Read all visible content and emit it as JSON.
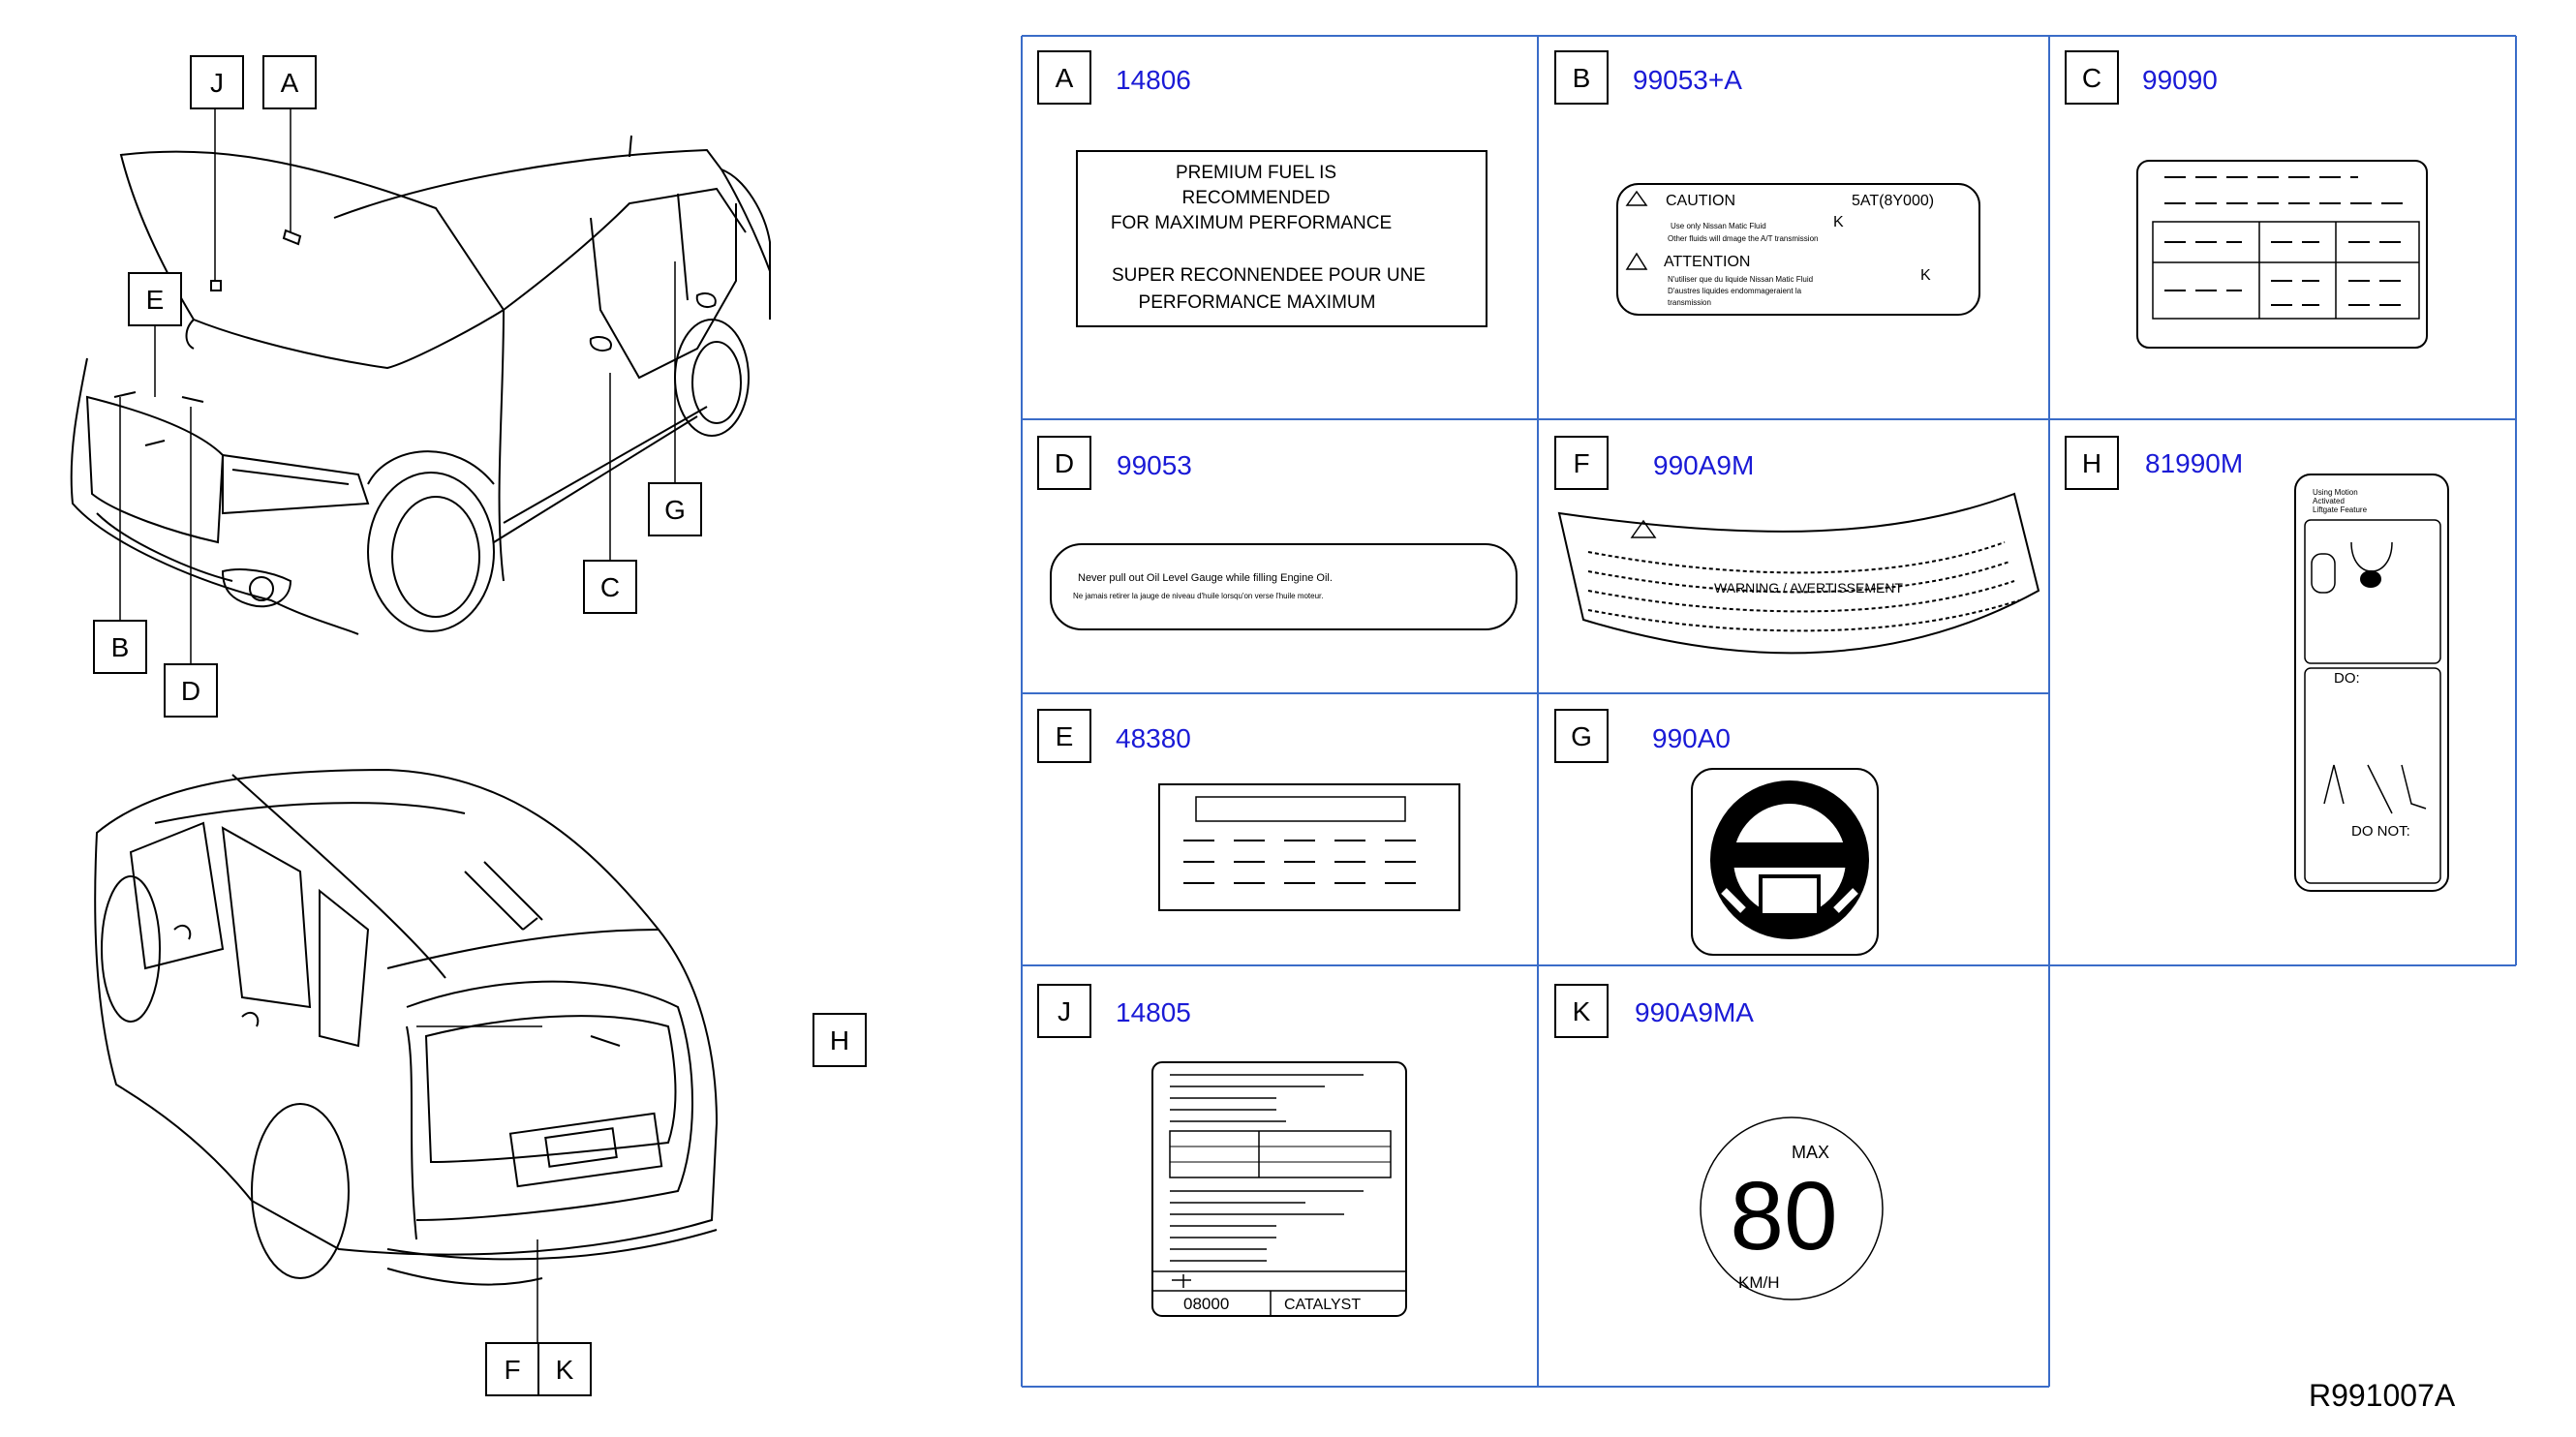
{
  "callouts": {
    "J": "J",
    "A": "A",
    "E": "E",
    "B": "B",
    "D": "D",
    "C": "C",
    "G": "G",
    "H": "H",
    "F": "F",
    "K": "K"
  },
  "cells": {
    "A": {
      "letter": "A",
      "part": "14806"
    },
    "B": {
      "letter": "B",
      "part": "99053+A"
    },
    "C": {
      "letter": "C",
      "part": "99090"
    },
    "D": {
      "letter": "D",
      "part": "99053"
    },
    "F": {
      "letter": "F",
      "part": "990A9M"
    },
    "H": {
      "letter": "H",
      "part": "81990M"
    },
    "E": {
      "letter": "E",
      "part": "48380"
    },
    "G": {
      "letter": "G",
      "part": "990A0"
    },
    "J": {
      "letter": "J",
      "part": "14805"
    },
    "K": {
      "letter": "K",
      "part": "990A9MA"
    }
  },
  "label_a": {
    "line1": "PREMIUM   FUEL   IS",
    "line2": "RECOMMENDED",
    "line3": "FOR   MAXIMUM   PERFORMANCE",
    "line4": "SUPER   RECONNENDEE   POUR   UNE",
    "line5": "PERFORMANCE   MAXIMUM"
  },
  "label_b": {
    "caution": "CAUTION",
    "code": "5AT(8Y000)",
    "c_line1": "Use    only    Nissan    Matic    Fluid",
    "c_k": "K",
    "c_line2": "Other   fluids   will   dmage   the   A/T   transmission",
    "attention": "ATTENTION",
    "a_line1": "N'utiliser   que   du   liquide   Nissan   Matic   Fluid",
    "a_k": "K",
    "a_line2": "D'austres   liquides   endommageraient   la",
    "a_line3": "transmission"
  },
  "label_d": {
    "line1": "Never   pull   out   Oil   Level   Gauge   while   filling   Engine   Oil.",
    "line2": "Ne   jamais   retirer   la   jauge   de   niveau   d'huile   lorsqu'on   verse   l'huile   moteur."
  },
  "label_f": {
    "heading": "WARNING / AVERTISSEMENT"
  },
  "label_h": {
    "top1": "Using    Motion",
    "top2": "Activated",
    "top3": "Liftgate    Feature",
    "do": "DO:",
    "do_not": "DO    NOT:"
  },
  "label_j": {
    "code": "08000",
    "catalyst": "CATALYST"
  },
  "label_k": {
    "max": "MAX",
    "speed": "80",
    "unit": "KM/H"
  },
  "footer": {
    "ref": "R991007A"
  }
}
